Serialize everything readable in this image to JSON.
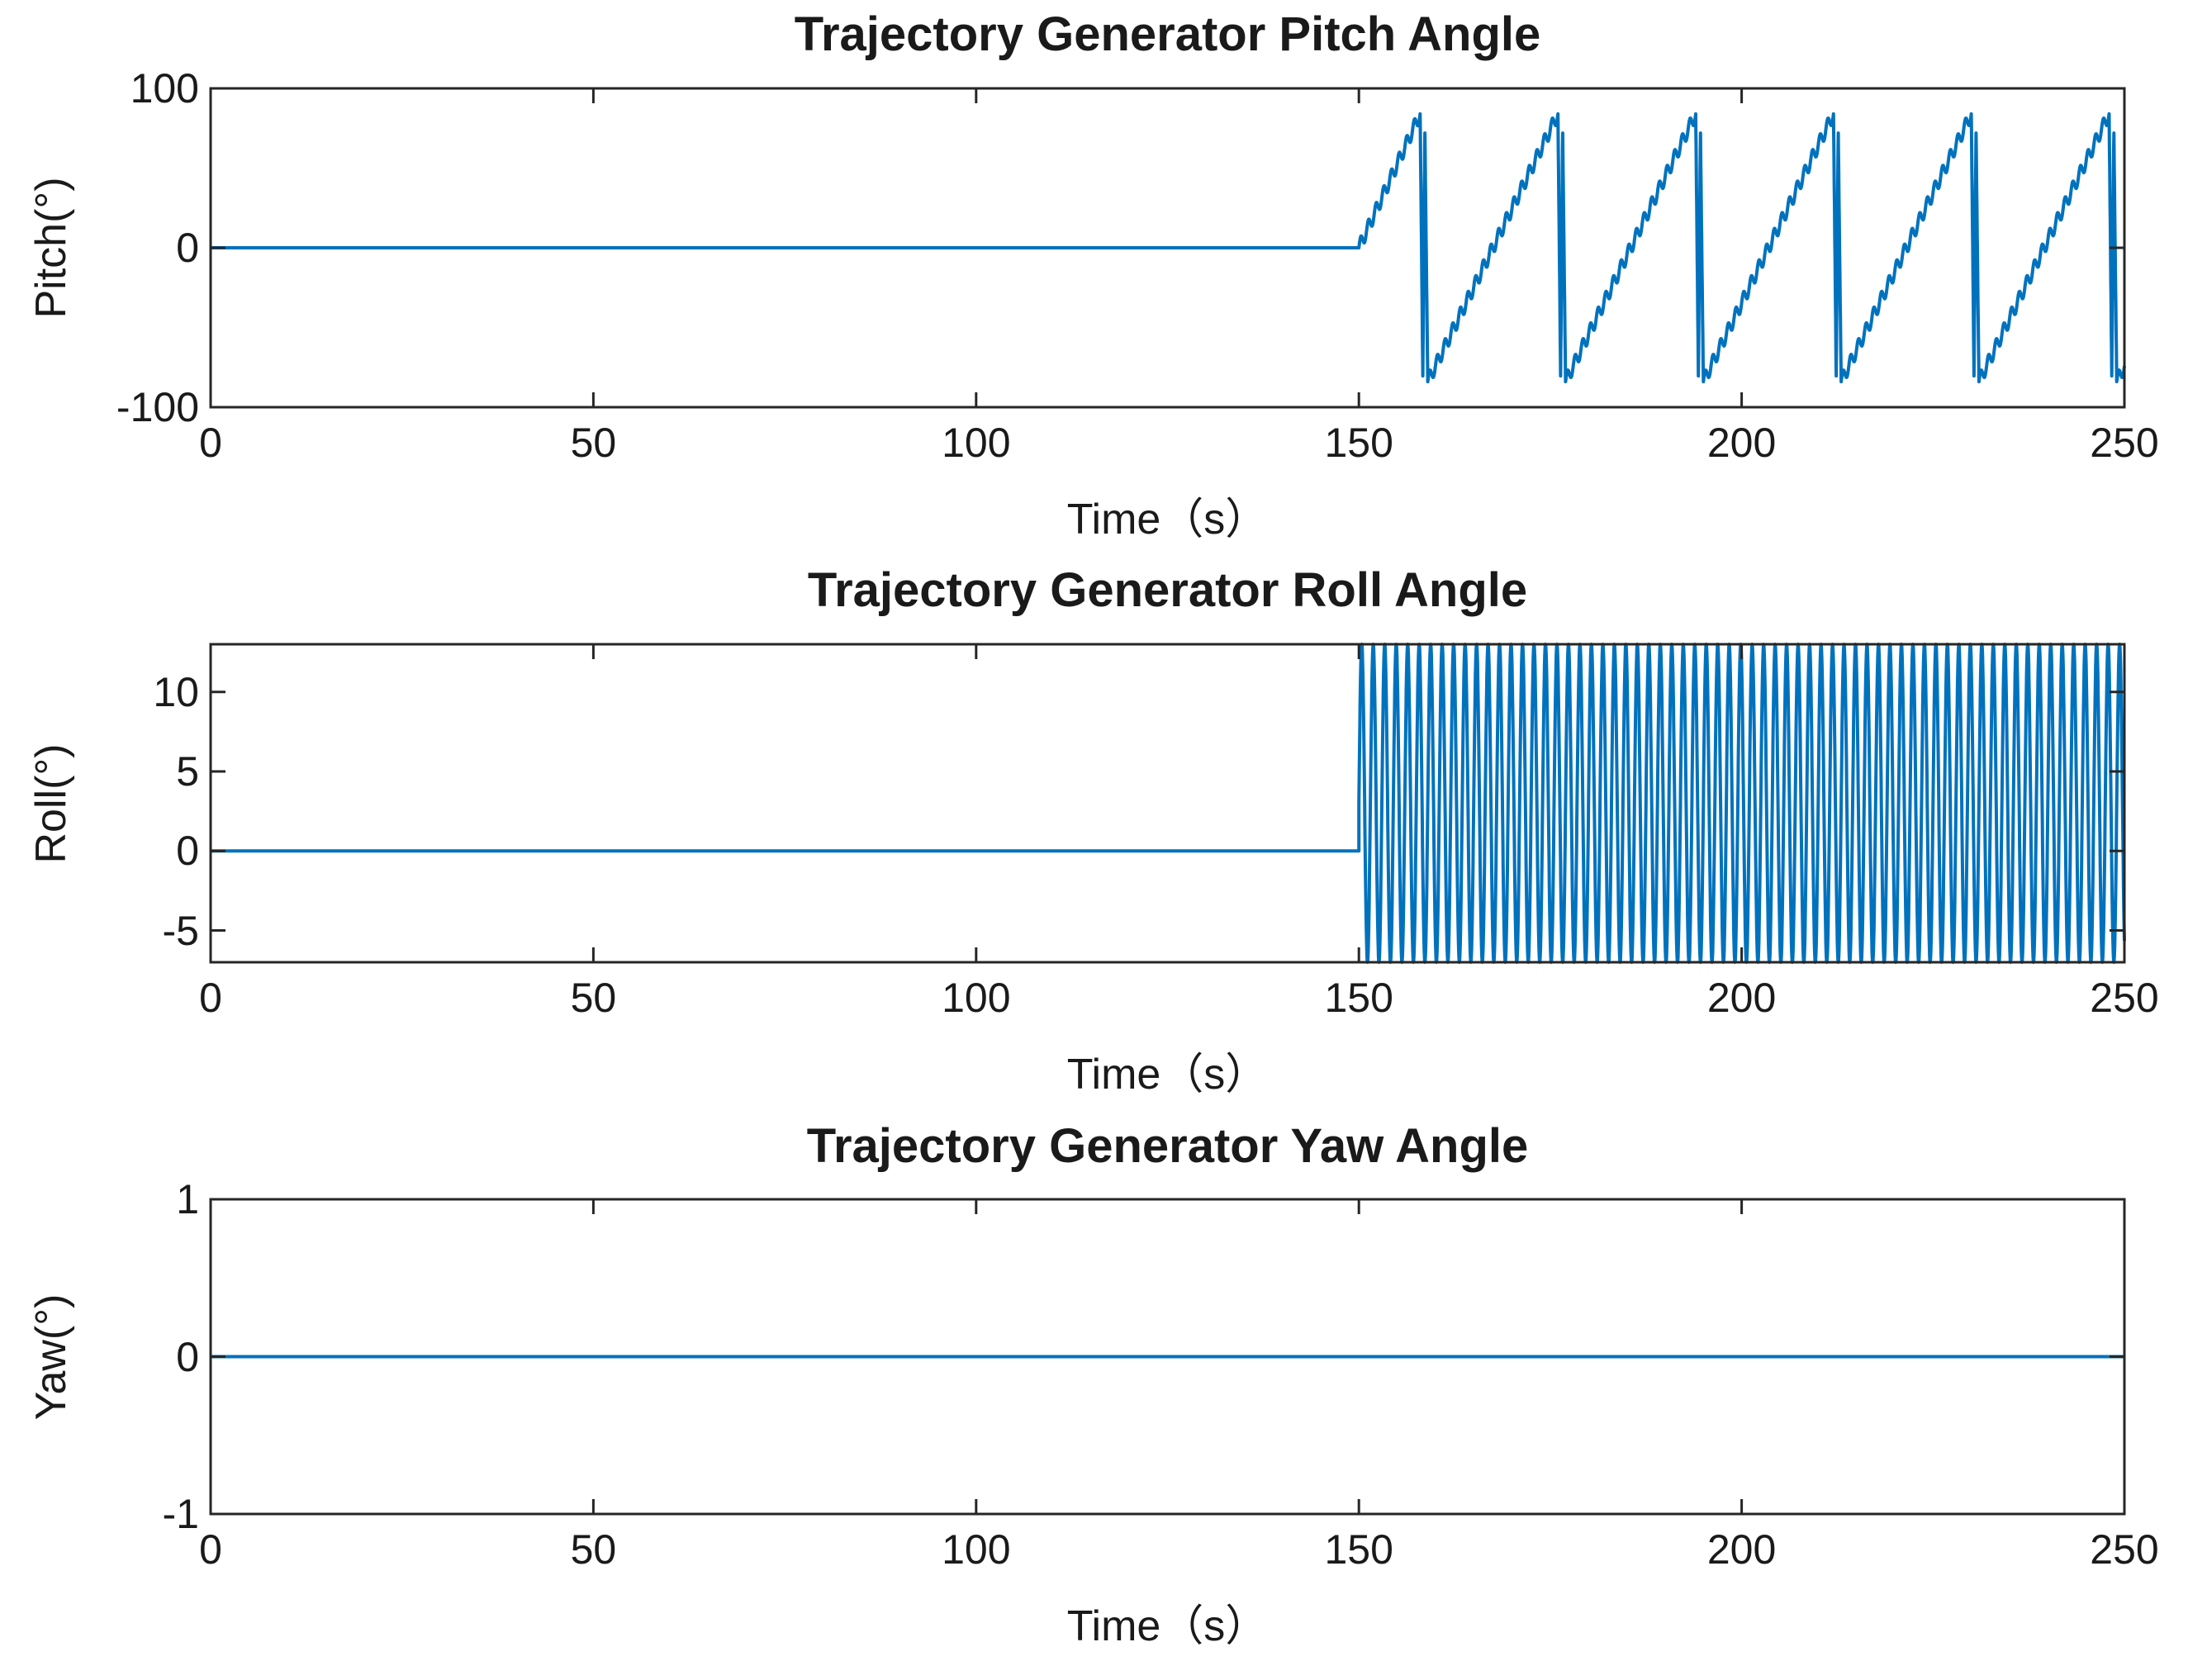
{
  "figure": {
    "background": "#ffffff",
    "text_color": "#1a1a1a",
    "axis_color": "#262626",
    "line_color": "#0072BD"
  },
  "chart_data": [
    {
      "type": "line",
      "title": "Trajectory Generator Pitch Angle",
      "xlabel": "Time（s）",
      "ylabel": "Pitch(°)",
      "xlim": [
        0,
        250
      ],
      "ylim": [
        -100,
        100
      ],
      "xticks": [
        0,
        50,
        100,
        150,
        200,
        250
      ],
      "yticks": [
        100,
        0,
        -100
      ],
      "grid": false,
      "box": true,
      "legend": null,
      "line_color": "#0072BD",
      "line_width": 4,
      "description": "Pitch is 0° until t=150 s, then a sawtooth between about -88° and +88°: first peak at t≈158 s, period ≈18 s with a fast ≈1 s fall containing a double up-down transient, plus a superimposed ripple of ≈±4.5° with ≈1 s period.",
      "signal": {
        "segments": [
          {
            "kind": "constant",
            "t0": 0,
            "t1": 150,
            "value": 0
          },
          {
            "kind": "sawtooth_ripple",
            "t0": 150,
            "t1": 250,
            "first_peak_t": 158,
            "period": 18,
            "amplitude": 84,
            "fall_duration": 1.0,
            "peak2_factor": 0.92,
            "ripple_amplitude": 4.5,
            "ripple_period": 1.0
          }
        ]
      }
    },
    {
      "type": "line",
      "title": "Trajectory Generator Roll Angle",
      "xlabel": "Time（s）",
      "ylabel": "Roll(°)",
      "xlim": [
        0,
        250
      ],
      "ylim": [
        -7,
        13
      ],
      "xticks": [
        0,
        50,
        100,
        150,
        200,
        250
      ],
      "yticks": [
        10,
        5,
        0,
        -5
      ],
      "grid": false,
      "box": true,
      "legend": null,
      "line_color": "#0072BD",
      "line_width": 4,
      "description": "Roll is 0° until t=150 s, then a dense sinusoidal oscillation between about -7° and +13° (mean ≈3°, amplitude ≈10°) with period ≈1.5 s, filling the axes band until t=250 s.",
      "signal": {
        "segments": [
          {
            "kind": "constant",
            "t0": 0,
            "t1": 150,
            "value": 0
          },
          {
            "kind": "sine",
            "t0": 150,
            "t1": 250,
            "mean": 3,
            "amplitude": 10,
            "period": 1.5
          }
        ]
      }
    },
    {
      "type": "line",
      "title": "Trajectory Generator Yaw Angle",
      "xlabel": "Time（s）",
      "ylabel": "Yaw(°)",
      "xlim": [
        0,
        250
      ],
      "ylim": [
        -1,
        1
      ],
      "xticks": [
        0,
        50,
        100,
        150,
        200,
        250
      ],
      "yticks": [
        1,
        0,
        -1
      ],
      "grid": false,
      "box": true,
      "legend": null,
      "line_color": "#0072BD",
      "line_width": 4,
      "description": "Yaw is constant 0° for the entire 0–250 s interval.",
      "signal": {
        "segments": [
          {
            "kind": "constant",
            "t0": 0,
            "t1": 250,
            "value": 0
          }
        ]
      }
    }
  ]
}
